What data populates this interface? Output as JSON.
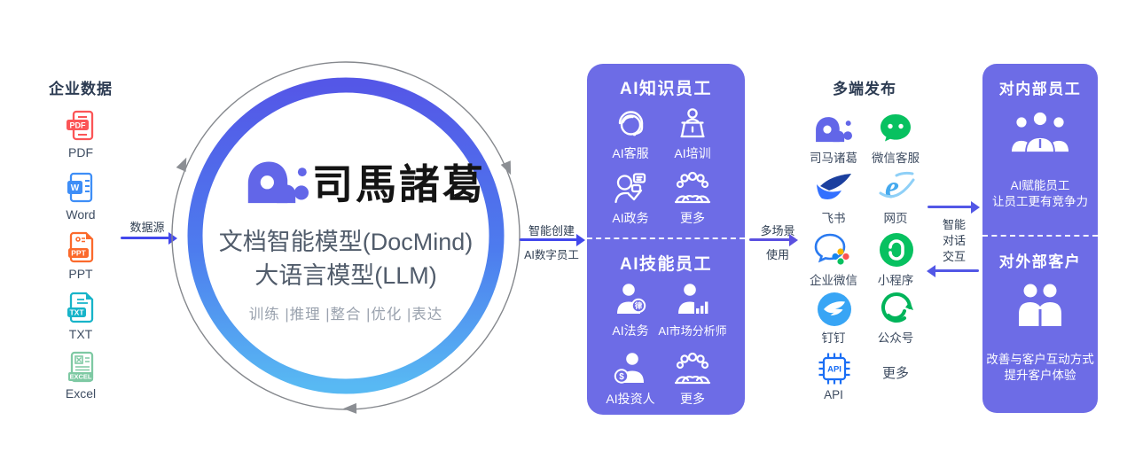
{
  "colors": {
    "panel_purple": "#6d6ce6",
    "arrow_blue": "#4348ec",
    "arrow_purple": "#5b50e0",
    "ring_top": "#5457e7",
    "ring_bottom": "#58b9f3",
    "logo_purple": "#6266e8",
    "text_dark": "#2c3b52",
    "text_gray": "#9aa2ae"
  },
  "enterprise_data": {
    "title": "企业数据",
    "files": [
      {
        "name": "PDF",
        "badge": "PDF"
      },
      {
        "name": "Word",
        "badge": "W"
      },
      {
        "name": "PPT",
        "badge": "PPT"
      },
      {
        "name": "TXT",
        "badge": "TXT"
      },
      {
        "name": "Excel",
        "badge": "EXCEL"
      }
    ]
  },
  "flows": {
    "data_source": "数据源",
    "create_line1": "智能创建",
    "create_line2": "AI数字员工",
    "scene_line1": "多场景",
    "scene_line2": "使用",
    "interact": [
      "智能",
      "对话",
      "交互"
    ]
  },
  "core": {
    "brand": "司馬諸葛",
    "model1": "文档智能模型(DocMind)",
    "model2": "大语言模型(LLM)",
    "capabilities": "训练 |推理 |整合 |优化 |表达"
  },
  "knowledge_panel": {
    "title": "AI知识员工",
    "items": [
      "AI客服",
      "AI培训",
      "AI政务",
      "更多"
    ]
  },
  "skill_panel": {
    "title": "AI技能员工",
    "items": [
      "AI法务",
      "AI市场分析师",
      "AI投资人",
      "更多"
    ],
    "legal_badge": "律",
    "invest_badge": "$"
  },
  "publish": {
    "title": "多端发布",
    "items": [
      "司马诸葛",
      "微信客服",
      "飞书",
      "网页",
      "企业微信",
      "小程序",
      "钉钉",
      "公众号",
      "API",
      "更多"
    ],
    "api_chip_text": "API",
    "ie_letter": "e"
  },
  "internal_panel": {
    "title": "对内部员工",
    "lines": [
      "AI赋能员工",
      "让员工更有竞争力"
    ]
  },
  "external_panel": {
    "title": "对外部客户",
    "lines": [
      "改善与客户互动方式",
      "提升客户体验"
    ]
  }
}
